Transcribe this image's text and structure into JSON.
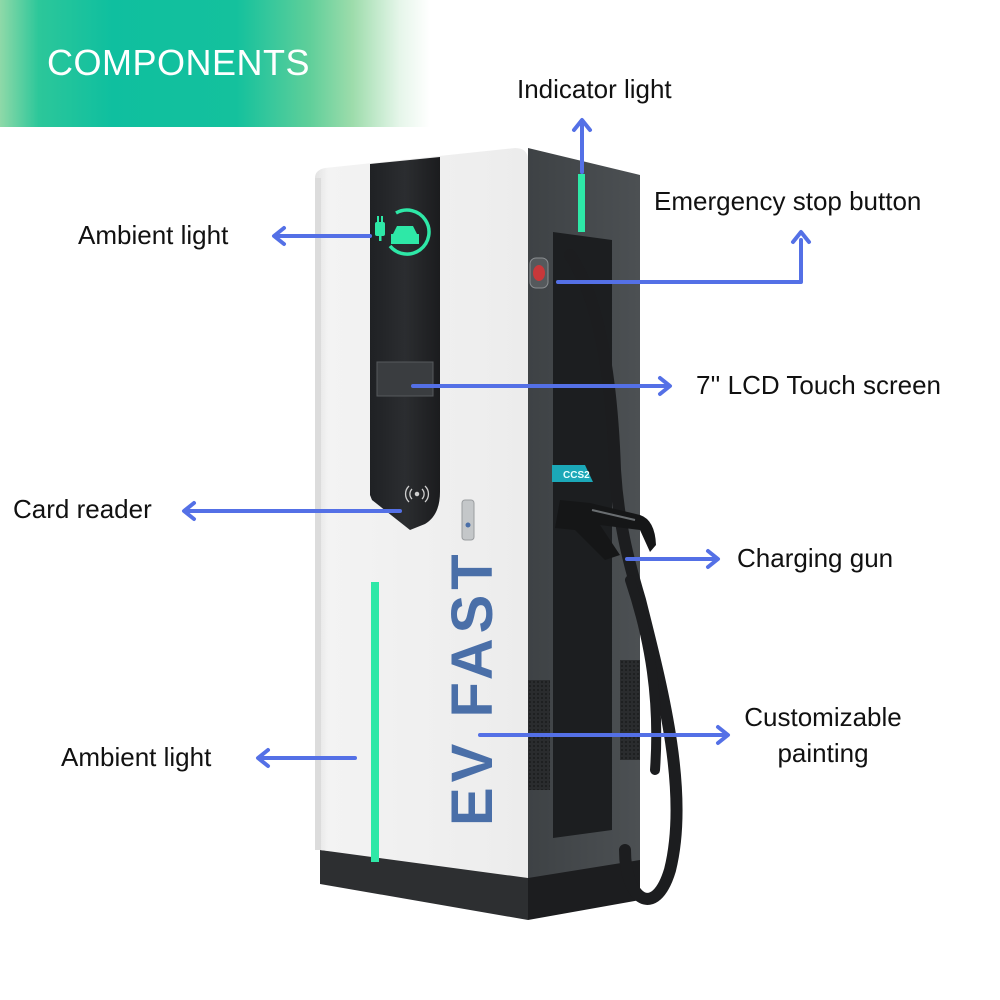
{
  "banner": {
    "title": "COMPONENTS",
    "gradient_colors": [
      "#8fd9a8",
      "#0fbf9f",
      "#5fcf9a",
      "#ffffff"
    ]
  },
  "product": {
    "brand_text": "EV FAST",
    "connector_badge": "CCS2",
    "colors": {
      "body_white": "#eeeeee",
      "dark_panel": "#2b2e31",
      "side_panel": "#3d4144",
      "ambient_light": "#2ee8a7",
      "brand_text": "#4a6fa8",
      "badge": "#1ba8b8",
      "stop_button": "#c8383a"
    }
  },
  "annotations": {
    "arrow_color": "#5470e6",
    "items": [
      {
        "id": "indicator-light",
        "label": "Indicator light"
      },
      {
        "id": "emergency-stop",
        "label": "Emergency stop button"
      },
      {
        "id": "ambient-light-top",
        "label": "Ambient light"
      },
      {
        "id": "lcd-screen",
        "label": "7'' LCD Touch screen"
      },
      {
        "id": "card-reader",
        "label": "Card reader"
      },
      {
        "id": "charging-gun",
        "label": "Charging gun"
      },
      {
        "id": "customizable-painting-line1",
        "label": "Customizable"
      },
      {
        "id": "customizable-painting-line2",
        "label": "painting"
      },
      {
        "id": "ambient-light-bottom",
        "label": "Ambient light"
      }
    ]
  }
}
